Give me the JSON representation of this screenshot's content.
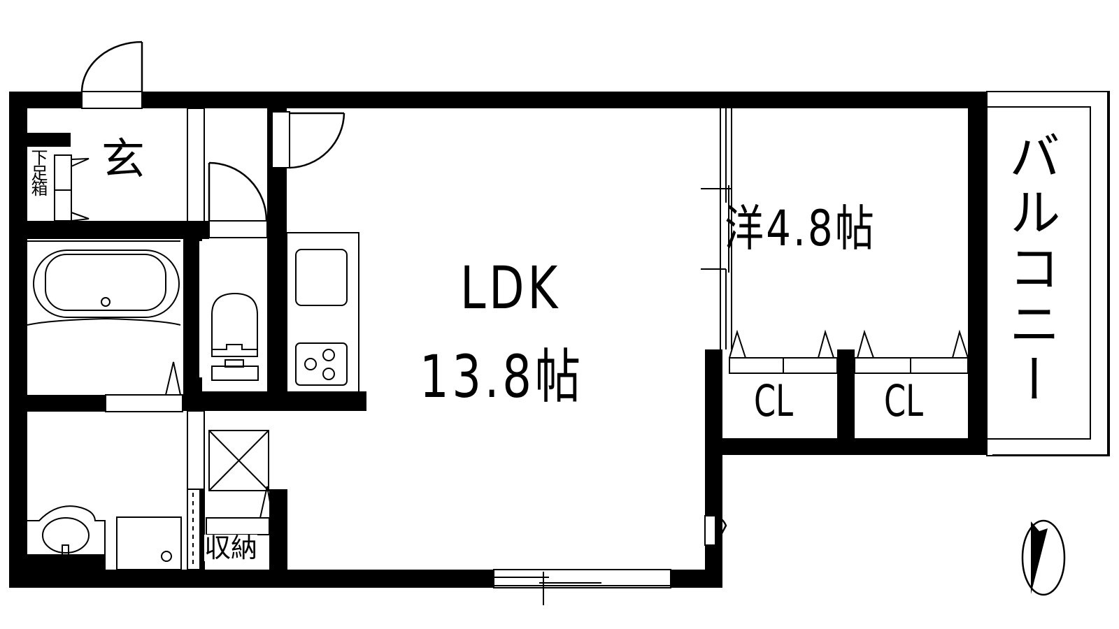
{
  "floorplan": {
    "rooms": {
      "ldk": {
        "name": "LDK",
        "size": "13.8帖"
      },
      "western": {
        "label": "洋4.8帖"
      },
      "entrance": {
        "label": "玄"
      },
      "shoe_cabinet": {
        "label": "下足箱"
      },
      "storage": {
        "label": "収納"
      },
      "closet_1": {
        "label": "CL"
      },
      "closet_2": {
        "label": "CL"
      },
      "balcony": {
        "label": "バルコニー"
      }
    },
    "fixtures": [
      "bathtub",
      "toilet",
      "sink",
      "stove-3-burner",
      "washbasin",
      "washing-machine-pan",
      "refrigerator-space"
    ],
    "compass": {
      "symbol": "north-arrow"
    },
    "colors": {
      "wall": "#000000",
      "background": "#ffffff",
      "line": "#000000"
    }
  }
}
